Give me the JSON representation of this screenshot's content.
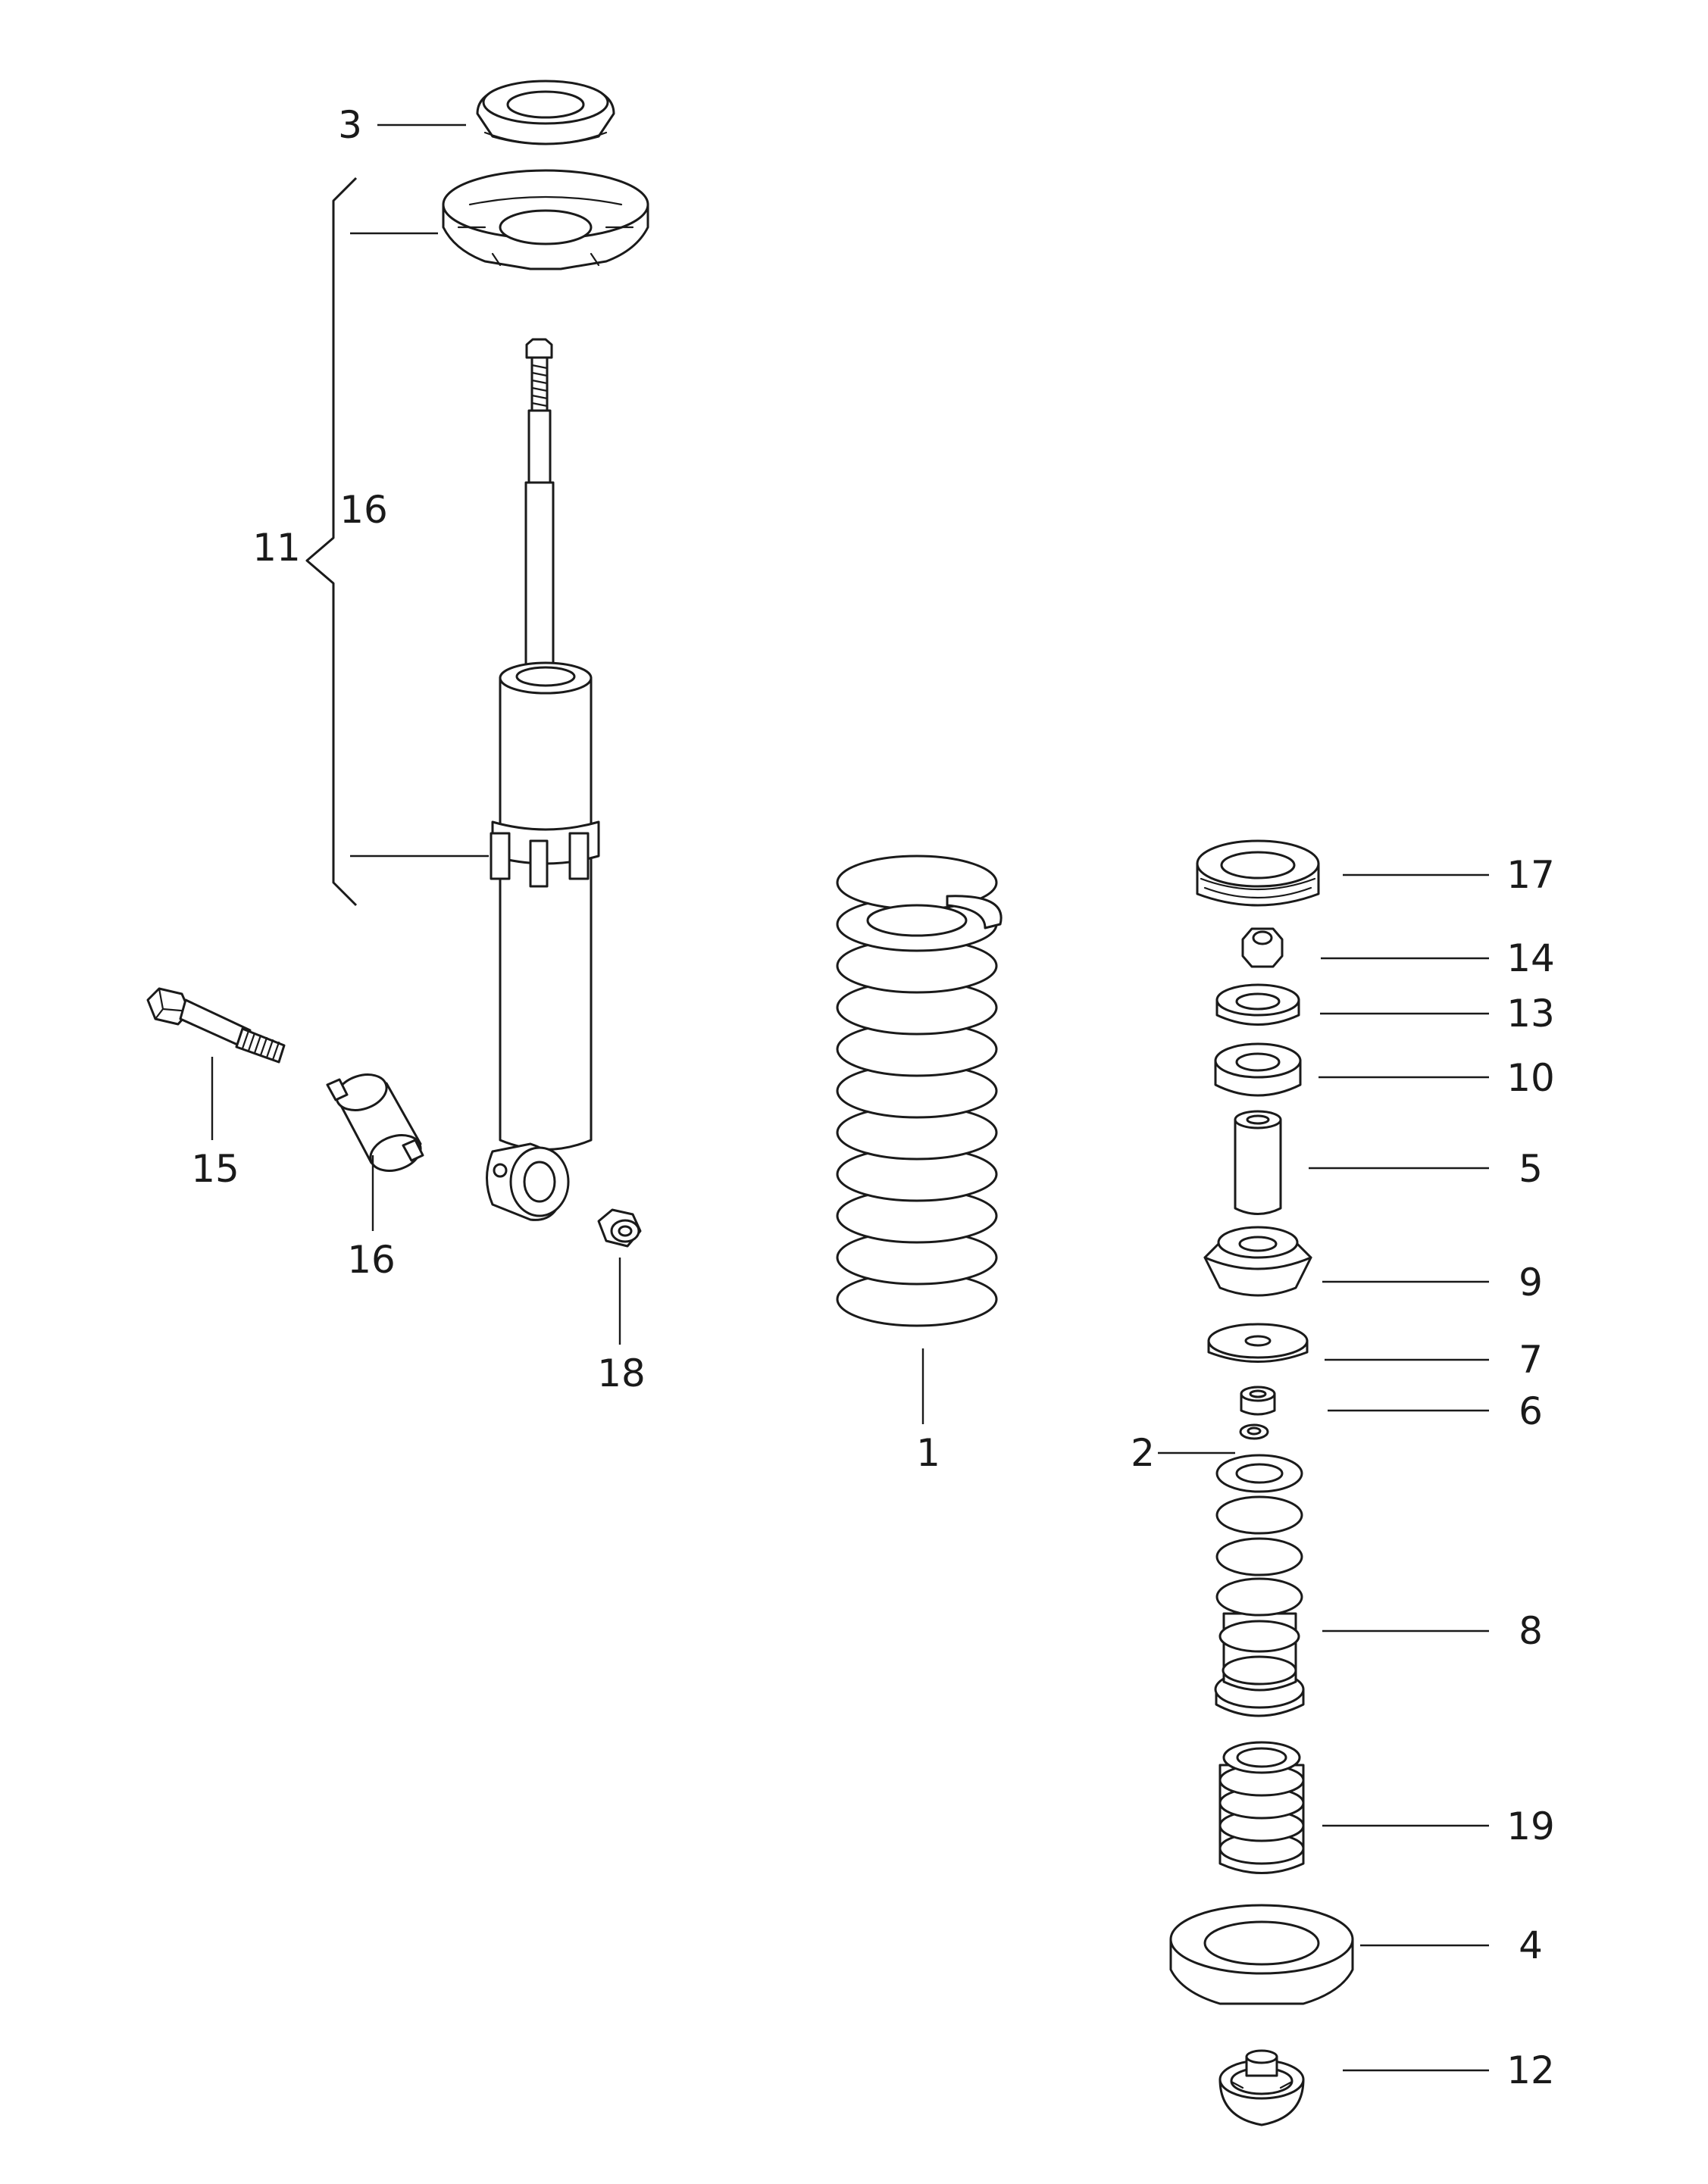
{
  "callouts": {
    "c1": "1",
    "c2": "2",
    "c3": "3",
    "c4": "4",
    "c5": "5",
    "c6": "6",
    "c7": "7",
    "c8": "8",
    "c9": "9",
    "c10": "10",
    "c11": "11",
    "c12": "12",
    "c13": "13",
    "c14": "14",
    "c15": "15",
    "c16_brace": "16",
    "c16_bush": "16",
    "c17": "17",
    "c18": "18",
    "c19": "19"
  }
}
